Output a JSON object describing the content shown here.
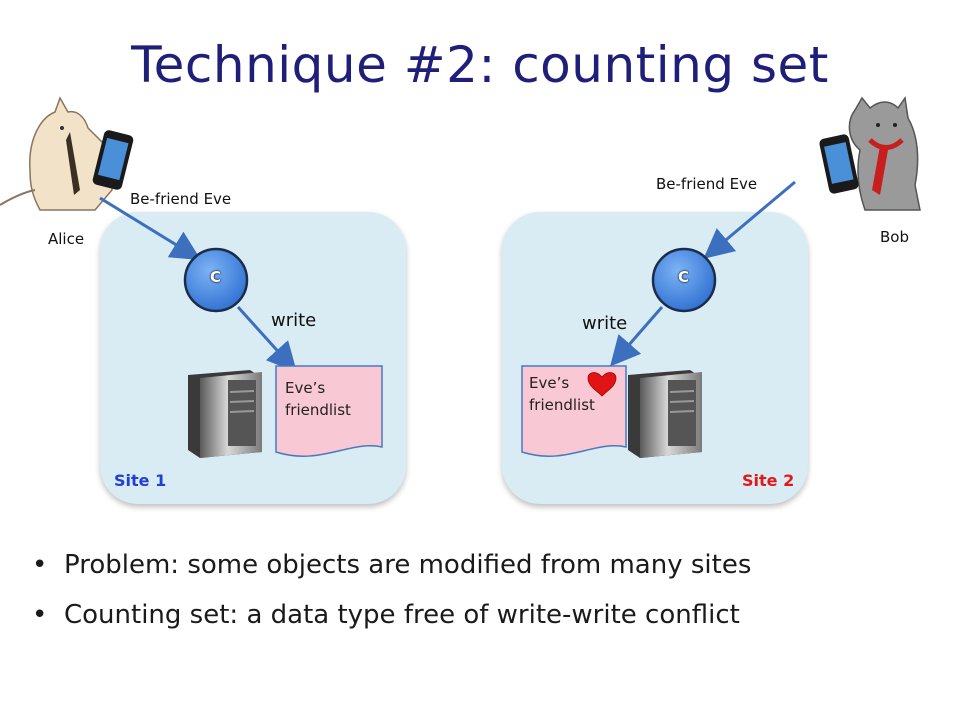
{
  "title": "Technique #2: counting set",
  "actors": {
    "alice": {
      "name": "Alice",
      "action": "Be-friend Eve"
    },
    "bob": {
      "name": "Bob",
      "action": "Be-friend Eve"
    }
  },
  "sites": [
    {
      "label": "Site 1",
      "node": "C",
      "edge": "write",
      "doc": [
        "Eve’s",
        "friendlist"
      ],
      "color": "#1f3fd6"
    },
    {
      "label": "Site 2",
      "node": "C",
      "edge": "write",
      "doc": [
        "Eve’s",
        "friendlist"
      ],
      "color": "#e01818",
      "marker": "heart-icon"
    }
  ],
  "bullets": [
    "Problem: some objects are modified from many sites",
    "Counting set: a data type free of write-write conflict"
  ]
}
